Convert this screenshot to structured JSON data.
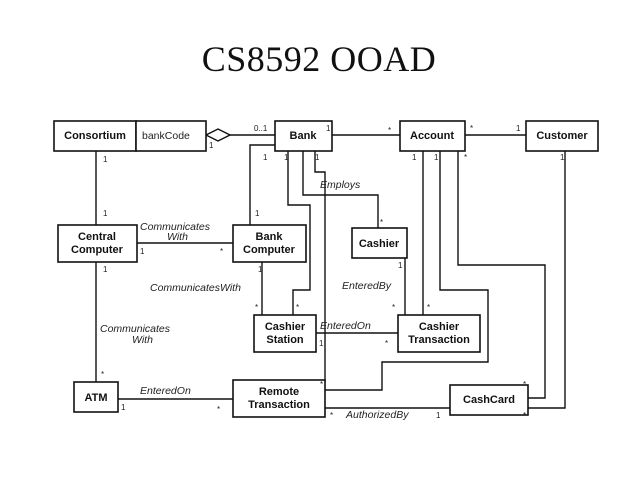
{
  "title": "CS8592 OOAD",
  "classes": {
    "consortium": "Consortium",
    "bank": "Bank",
    "account": "Account",
    "customer": "Customer",
    "central_computer": [
      "Central",
      "Computer"
    ],
    "bank_computer": [
      "Bank",
      "Computer"
    ],
    "cashier": "Cashier",
    "cashier_station": [
      "Cashier",
      "Station"
    ],
    "cashier_transaction": [
      "Cashier",
      "Transaction"
    ],
    "atm": "ATM",
    "remote_transaction": [
      "Remote",
      "Transaction"
    ],
    "cashcard": "CashCard"
  },
  "qualifier": "bankCode",
  "associations": {
    "employs": "Employs",
    "communicates_with_top": [
      "Communicates",
      "With"
    ],
    "communicates_with_mid": "CommunicatesWith",
    "communicates_with_left": [
      "Communicates",
      "With"
    ],
    "entered_by": "EnteredBy",
    "entered_on_mid": "EnteredOn",
    "entered_on_bottom": "EnteredOn",
    "authorized_by": "AuthorizedBy"
  },
  "multiplicities": {
    "zero_one": "0..1",
    "one": "1",
    "many": "*"
  }
}
